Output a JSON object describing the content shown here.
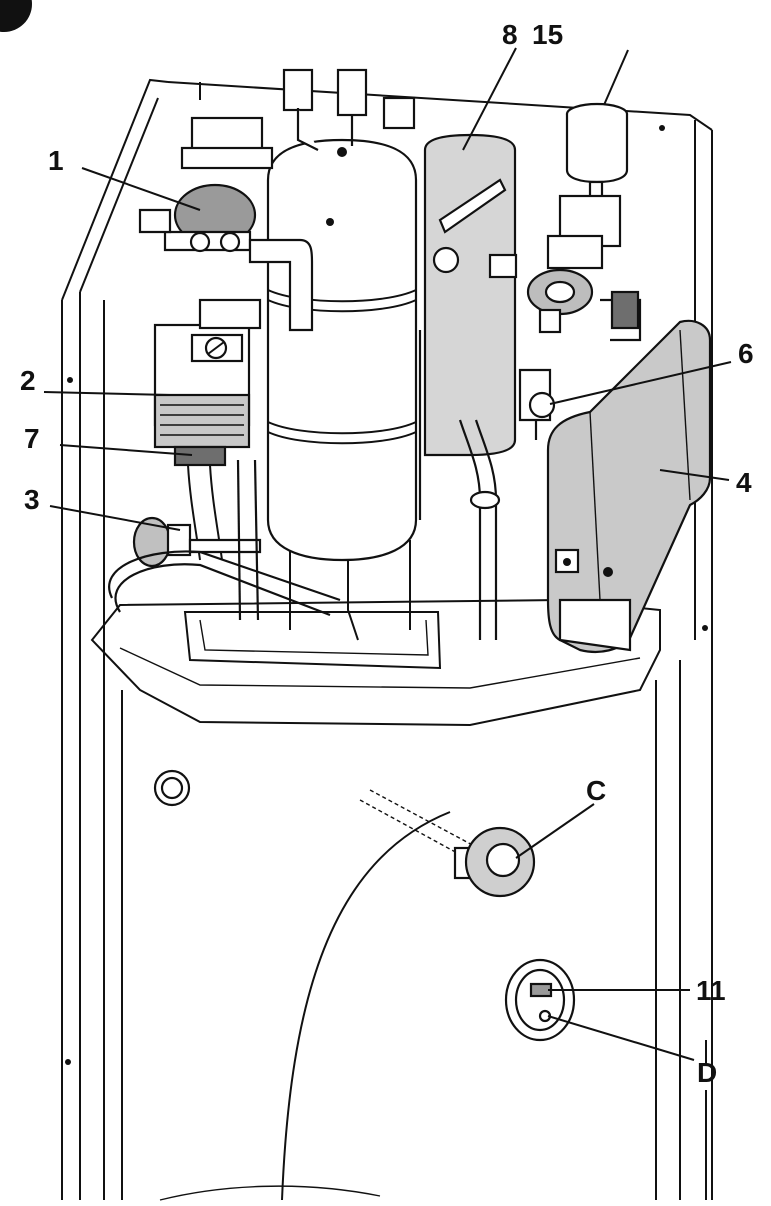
{
  "diagram": {
    "callouts": [
      {
        "id": "1",
        "text": "1"
      },
      {
        "id": "2",
        "text": "2"
      },
      {
        "id": "7",
        "text": "7"
      },
      {
        "id": "3",
        "text": "3"
      },
      {
        "id": "8",
        "text": "8"
      },
      {
        "id": "15",
        "text": "15"
      },
      {
        "id": "6",
        "text": "6"
      },
      {
        "id": "4",
        "text": "4"
      },
      {
        "id": "C",
        "text": "C"
      },
      {
        "id": "11",
        "text": "11"
      },
      {
        "id": "D",
        "text": "D"
      }
    ],
    "colors": {
      "line": "#111111",
      "light_gray": "#d9d9d9",
      "mid_gray": "#bdbdbd",
      "dark_gray": "#9a9a9a",
      "white": "#ffffff"
    }
  }
}
